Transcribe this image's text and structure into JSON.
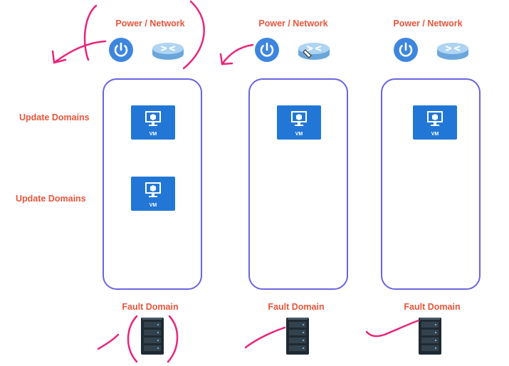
{
  "columns": [
    {
      "title": "Power / Network",
      "fault_label": "Fault Domain",
      "vm_label": "VM"
    },
    {
      "title": "Power / Network",
      "fault_label": "Fault Domain",
      "vm_label": "VM"
    },
    {
      "title": "Power / Network",
      "fault_label": "Fault Domain",
      "vm_label": "VM"
    }
  ],
  "update_domains": [
    "Update Domains",
    "Update Domains"
  ],
  "icons": [
    "power-icon",
    "network-router-icon",
    "server-rack-icon",
    "monitor-cube-icon"
  ],
  "colors": {
    "label": "#e8553a",
    "box": "#6b63e0",
    "vm": "#2277d6",
    "ink": "#e8257a"
  }
}
